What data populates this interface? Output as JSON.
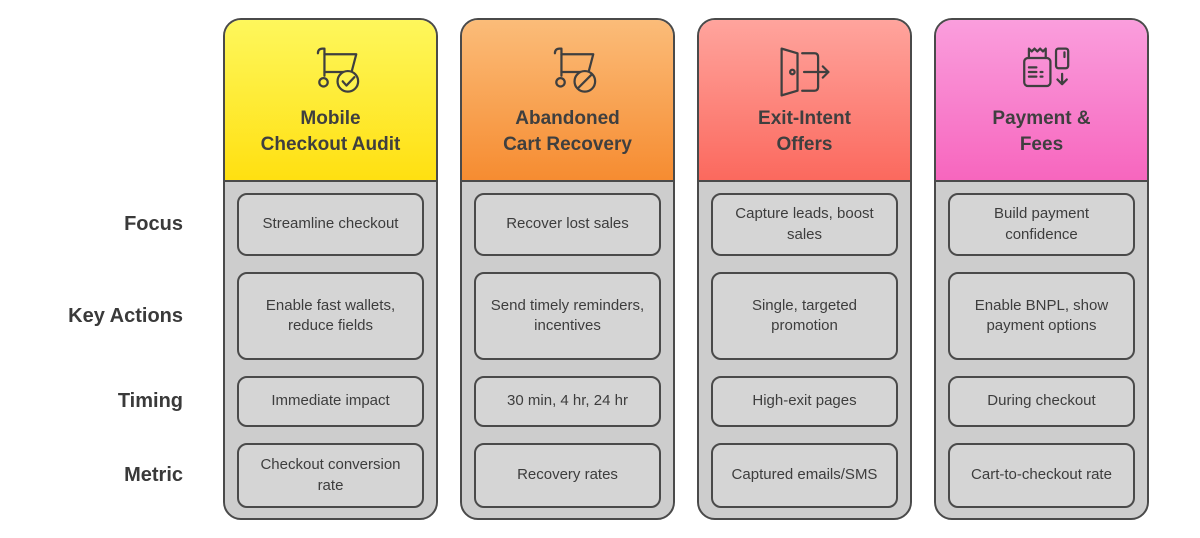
{
  "page": {
    "background": "#ffffff",
    "border_color": "#4a4a4a",
    "body_bg": "#cdcdcd",
    "cell_bg": "#d5d5d5",
    "title_color": "#3f3f3f"
  },
  "rows": [
    {
      "label": "Focus"
    },
    {
      "label": "Key Actions"
    },
    {
      "label": "Timing"
    },
    {
      "label": "Metric"
    }
  ],
  "columns": [
    {
      "title": "Mobile Checkout Audit",
      "title_lines": [
        "Mobile",
        "Checkout Audit"
      ],
      "icon": "cart-check-icon",
      "header_gradient": {
        "from": "#fef75c",
        "to": "#ffe011"
      },
      "icon_badge_fill": "#fef24e",
      "cells": {
        "focus": "Streamline checkout",
        "key_actions": "Enable fast wallets, reduce fields",
        "timing": "Immediate impact",
        "metric": "Checkout conversion rate"
      }
    },
    {
      "title": "Abandoned Cart Recovery",
      "title_lines": [
        "Abandoned",
        "Cart Recovery"
      ],
      "icon": "cart-slash-icon",
      "header_gradient": {
        "from": "#fbbc79",
        "to": "#f68c31"
      },
      "icon_badge_fill": "#faaf63",
      "cells": {
        "focus": "Recover lost sales",
        "key_actions": "Send timely reminders, incentives",
        "timing": "30 min, 4 hr, 24 hr",
        "metric": "Recovery rates"
      }
    },
    {
      "title": "Exit-Intent Offers",
      "title_lines": [
        "Exit-Intent",
        "Offers"
      ],
      "icon": "exit-door-arrow-icon",
      "header_gradient": {
        "from": "#ffa49d",
        "to": "#fb695e"
      },
      "icon_badge_fill": "none",
      "cells": {
        "focus": "Capture leads, boost sales",
        "key_actions": "Single, targeted promotion",
        "timing": "High-exit pages",
        "metric": "Captured emails/SMS"
      }
    },
    {
      "title": "Payment & Fees",
      "title_lines": [
        "Payment &",
        "Fees"
      ],
      "icon": "payment-terminal-card-icon",
      "header_gradient": {
        "from": "#fa9edd",
        "to": "#f766be"
      },
      "icon_badge_fill": "none",
      "cells": {
        "focus": "Build payment confidence",
        "key_actions": "Enable BNPL, show payment options",
        "timing": "During checkout",
        "metric": "Cart-to-checkout rate"
      }
    }
  ]
}
